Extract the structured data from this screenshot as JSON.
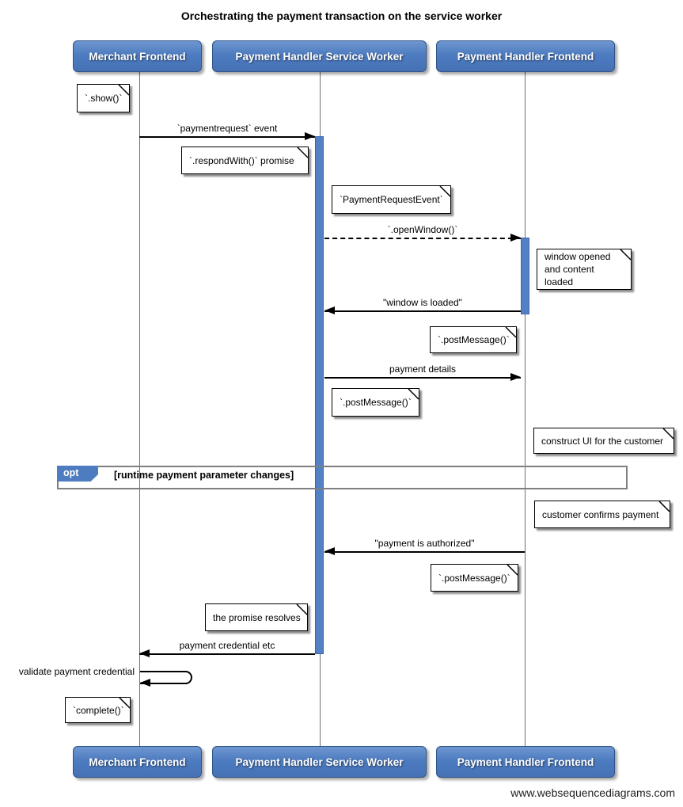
{
  "title": "Orchestrating the payment transaction on the service worker",
  "watermark": "www.websequencediagrams.com",
  "colors": {
    "actor_fill": "#4d7cc0",
    "actor_border": "#2f5488",
    "activation_fill": "#5480c6",
    "activation_border": "#3e66a7",
    "lifeline": "#6f6f6f",
    "frame_border": "#7f7f7f",
    "fragment_tab_fill": "#4d7cc0",
    "note_fill": "#ffffff",
    "message_line": "#000000"
  },
  "actors": [
    {
      "label": "Merchant Frontend"
    },
    {
      "label": "Payment Handler Service Worker"
    },
    {
      "label": "Payment Handler Frontend"
    }
  ],
  "messages": [
    {
      "label": "`paymentrequest` event",
      "from": "Merchant Frontend",
      "to": "Payment Handler Service Worker",
      "style": "solid",
      "direction": "right"
    },
    {
      "label": "`.openWindow()`",
      "from": "Payment Handler Service Worker",
      "to": "Payment Handler Frontend",
      "style": "dashed",
      "direction": "right"
    },
    {
      "label": "\"window is loaded\"",
      "from": "Payment Handler Frontend",
      "to": "Payment Handler Service Worker",
      "style": "solid",
      "direction": "left"
    },
    {
      "label": "payment details",
      "from": "Payment Handler Service Worker",
      "to": "Payment Handler Frontend",
      "style": "solid",
      "direction": "right"
    },
    {
      "label": "\"payment is authorized\"",
      "from": "Payment Handler Frontend",
      "to": "Payment Handler Service Worker",
      "style": "solid",
      "direction": "left"
    },
    {
      "label": "payment credential etc",
      "from": "Payment Handler Service Worker",
      "to": "Merchant Frontend",
      "style": "solid",
      "direction": "left"
    },
    {
      "label": "validate payment credential",
      "from": "Merchant Frontend",
      "to": "Merchant Frontend",
      "style": "solid",
      "direction": "self"
    }
  ],
  "notes": [
    {
      "text": "`.show()`"
    },
    {
      "text": "`.respondWith()` promise"
    },
    {
      "text": "`PaymentRequestEvent`"
    },
    {
      "text": "window opened\nand content loaded"
    },
    {
      "text": "`.postMessage()`"
    },
    {
      "text": "`.postMessage()`"
    },
    {
      "text": "construct UI for the customer"
    },
    {
      "text": "customer confirms payment"
    },
    {
      "text": "`.postMessage()`"
    },
    {
      "text": "the promise resolves"
    },
    {
      "text": "`complete()`"
    }
  ],
  "fragment": {
    "operator": "opt",
    "guard": "[runtime payment parameter changes]"
  }
}
